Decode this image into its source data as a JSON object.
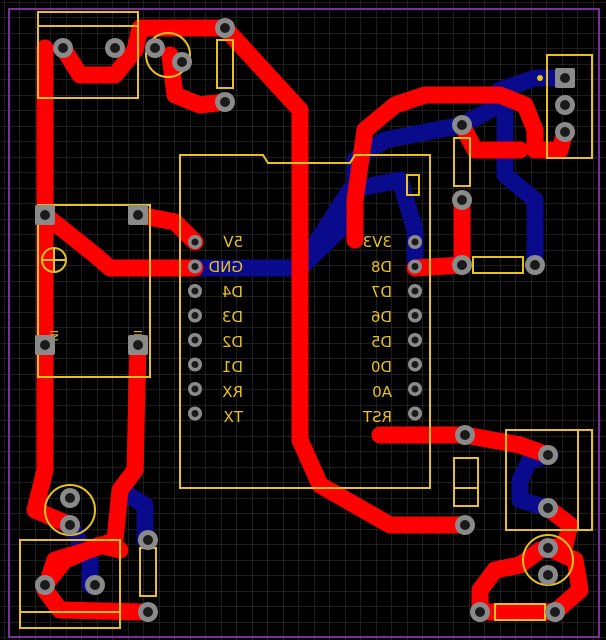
{
  "board": {
    "colors": {
      "background": "#000000",
      "grid": "#3a3a3a",
      "outline": "#7a2f9a",
      "top_copper": "#ff0000",
      "bottom_copper": "#0a0a8c",
      "silkscreen": "#e8c21a",
      "pad_ring": "#8a8a8a",
      "pad_hole": "#1a1a1a"
    }
  },
  "module": {
    "pins_left": [
      "5V",
      "GND",
      "D4",
      "D3",
      "D2",
      "D1",
      "RX",
      "TX"
    ],
    "pins_right": [
      "3V3",
      "D8",
      "D7",
      "D6",
      "D5",
      "D0",
      "A0",
      "RST"
    ]
  },
  "regulator": {
    "pin_in": "IN+",
    "pin_out": "IN-"
  }
}
